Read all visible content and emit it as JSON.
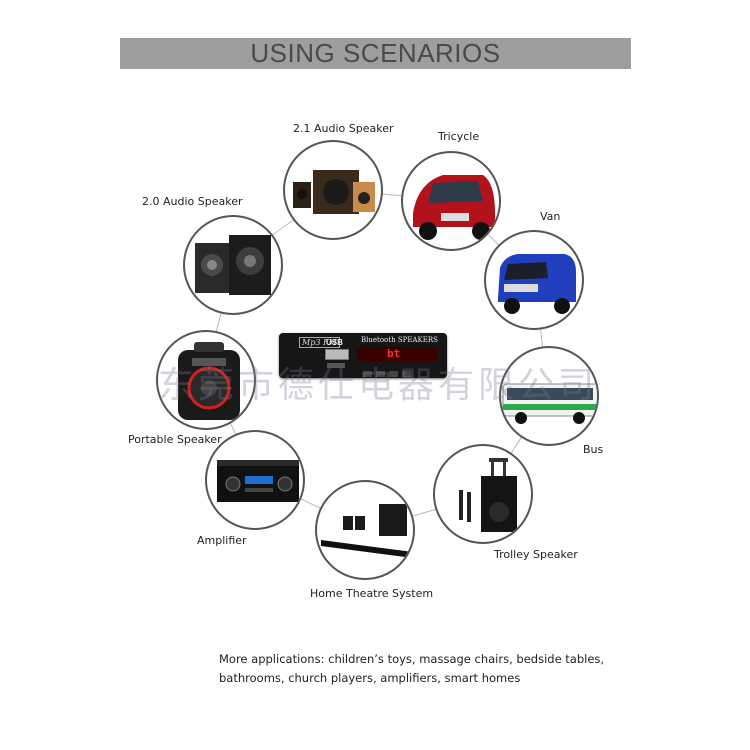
{
  "header": {
    "title": "USING SCENARIOS"
  },
  "center": {
    "mp3_label": "Mp3 FM",
    "usb_label": "USB",
    "brand_label": "Bluetooth SPEAKERS",
    "display_text": "bt"
  },
  "watermark": "东莞市德仕电器有限公司",
  "scenarios": {
    "audio21": "2.1 Audio Speaker",
    "tricycle": "Tricycle",
    "audio20": "2.0 Audio Speaker",
    "van": "Van",
    "portable": "Portable Speaker",
    "bus": "Bus",
    "amplifier": "Amplifier",
    "trolley": "Trolley Speaker",
    "hometheatre": "Home Theatre System"
  },
  "footer": {
    "line1": "More applications: children’s toys, massage chairs, bedside tables,",
    "line2": "bathrooms, church players, amplifiers, smart homes"
  },
  "colors": {
    "header_bg": "#9e9e9e",
    "header_text": "#4a4a4a",
    "circle_border": "#555555",
    "display_red": "#ff3030"
  }
}
